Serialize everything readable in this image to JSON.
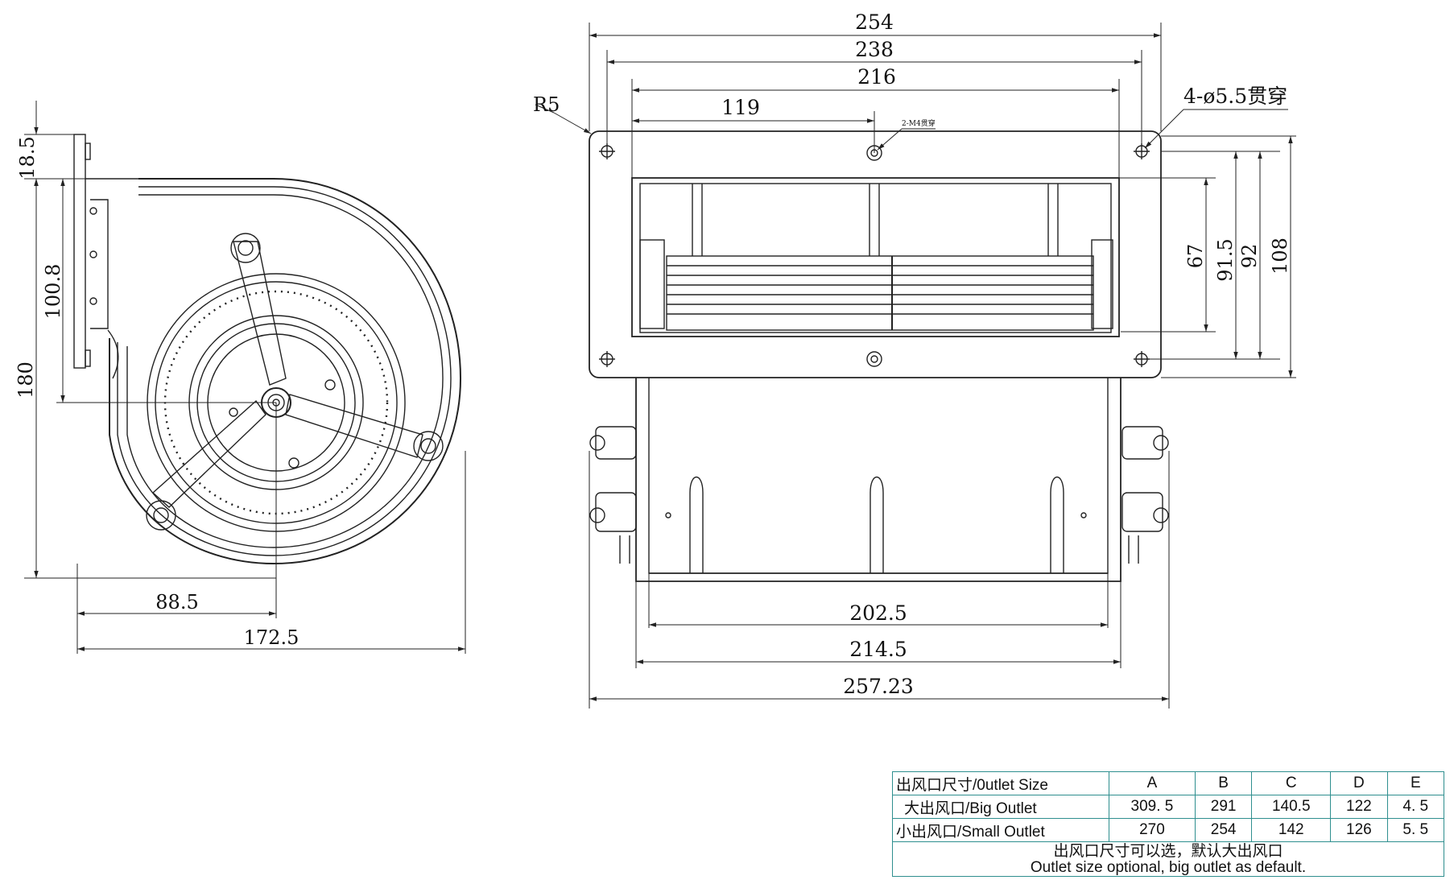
{
  "side_view": {
    "dims": {
      "d_18_5": "18.5",
      "d_100_8": "100.8",
      "d_180": "180",
      "d_88_5": "88.5",
      "d_172_5": "172.5"
    }
  },
  "front_view": {
    "dims": {
      "d_254": "254",
      "d_238": "238",
      "d_216": "216",
      "d_119": "119",
      "r5": "R5",
      "holes": "4-ø5.5贯穿",
      "small_note": "2-M4贯穿",
      "d_67": "67",
      "d_91_5": "91.5",
      "d_92": "92",
      "d_108": "108",
      "d_202_5": "202.5",
      "d_214_5": "214.5",
      "d_257_23": "257.23"
    }
  },
  "outlet_table": {
    "header": [
      "出风口尺寸/0utlet Size",
      "A",
      "B",
      "C",
      "D",
      "E"
    ],
    "rows": [
      [
        "大出风口/Big Outlet",
        "309. 5",
        "291",
        "140.5",
        "122",
        "4. 5"
      ],
      [
        "小出风口/Small Outlet",
        "270",
        "254",
        "142",
        "126",
        "5. 5"
      ]
    ],
    "note_cn": "出风口尺寸可以选，默认大出风口",
    "note_en": "Outlet size optional, big outlet as default."
  },
  "colors": {
    "line": "#222222",
    "table_border": "#2f8f8f"
  }
}
